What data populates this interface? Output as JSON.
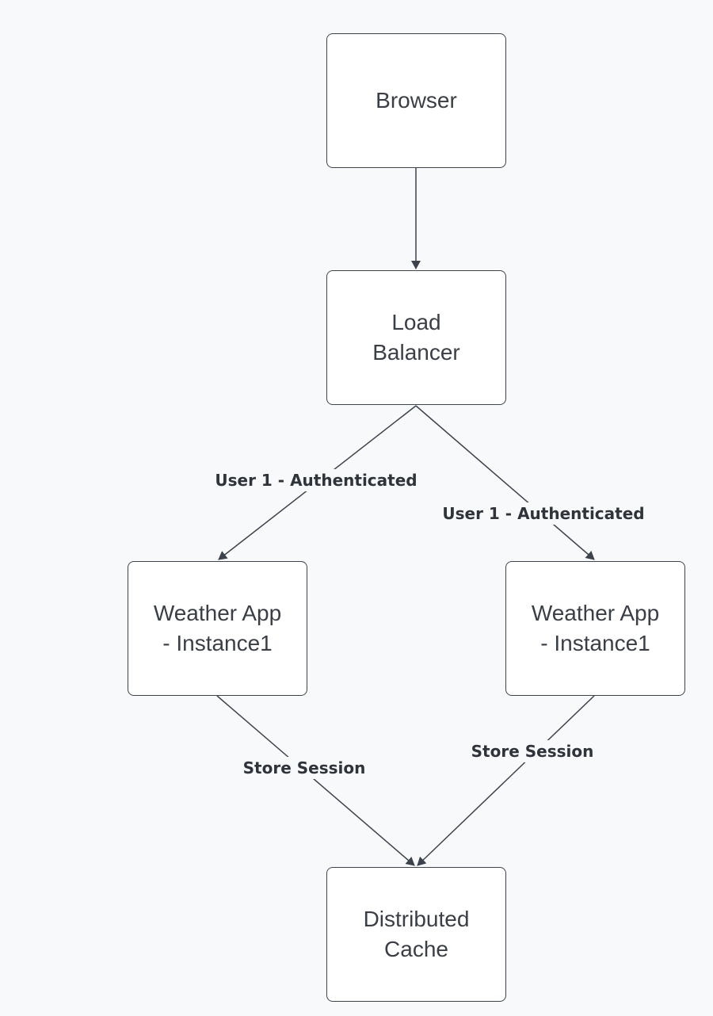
{
  "nodes": {
    "browser": {
      "line1": "Browser",
      "line2": ""
    },
    "load_balancer": {
      "line1": "Load",
      "line2": "Balancer"
    },
    "instance_left": {
      "line1": "Weather App",
      "line2": "- Instance1"
    },
    "instance_right": {
      "line1": "Weather App",
      "line2": "- Instance1"
    },
    "cache": {
      "line1": "Distributed",
      "line2": "Cache"
    }
  },
  "edges": {
    "lb_to_left": "User 1 - Authenticated",
    "lb_to_right": "User 1 - Authenticated",
    "left_to_cache": "Store Session",
    "right_to_cache": "Store Session"
  },
  "colors": {
    "line": "#3d434d",
    "node_border": "#3d434d",
    "background": "#f8f9fb"
  }
}
